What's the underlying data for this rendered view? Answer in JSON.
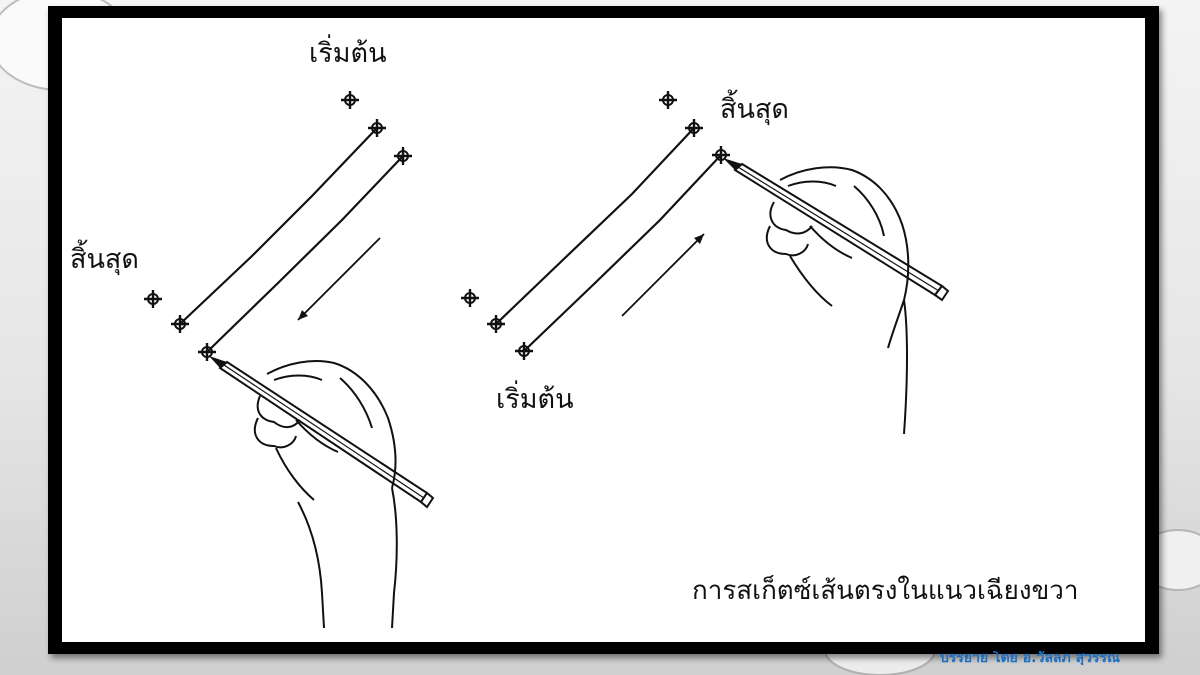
{
  "figure": {
    "left_panel": {
      "start_label": "เริ่มต้น",
      "end_label": "สิ้นสุด"
    },
    "right_panel": {
      "start_label": "เริ่มต้น",
      "end_label": "สิ้นสุด"
    },
    "caption": "การสเก็ตซ์เส้นตรงในแนวเฉียงขวา"
  },
  "footer": {
    "credit": "บรรยาย โดย อ.วัลลภ สุวรรณ"
  },
  "colors": {
    "frame": "#000000",
    "ink": "#111111",
    "credit": "#1a6fc4"
  }
}
